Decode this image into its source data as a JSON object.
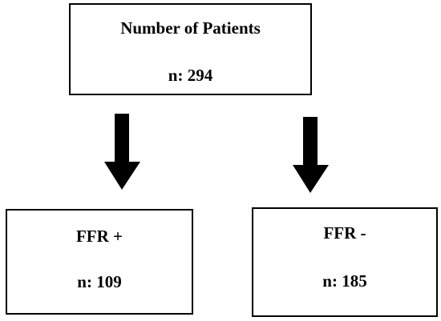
{
  "diagram": {
    "root": {
      "title": "Number of Patients",
      "count": "n: 294"
    },
    "branches": [
      {
        "title": "FFR +",
        "count": "n: 109"
      },
      {
        "title": "FFR -",
        "count": "n: 185"
      }
    ],
    "colors": {
      "border": "#000000",
      "arrow": "#000000",
      "background": "#ffffff",
      "text": "#000000"
    },
    "connector_icon": "arrow-down-icon"
  }
}
